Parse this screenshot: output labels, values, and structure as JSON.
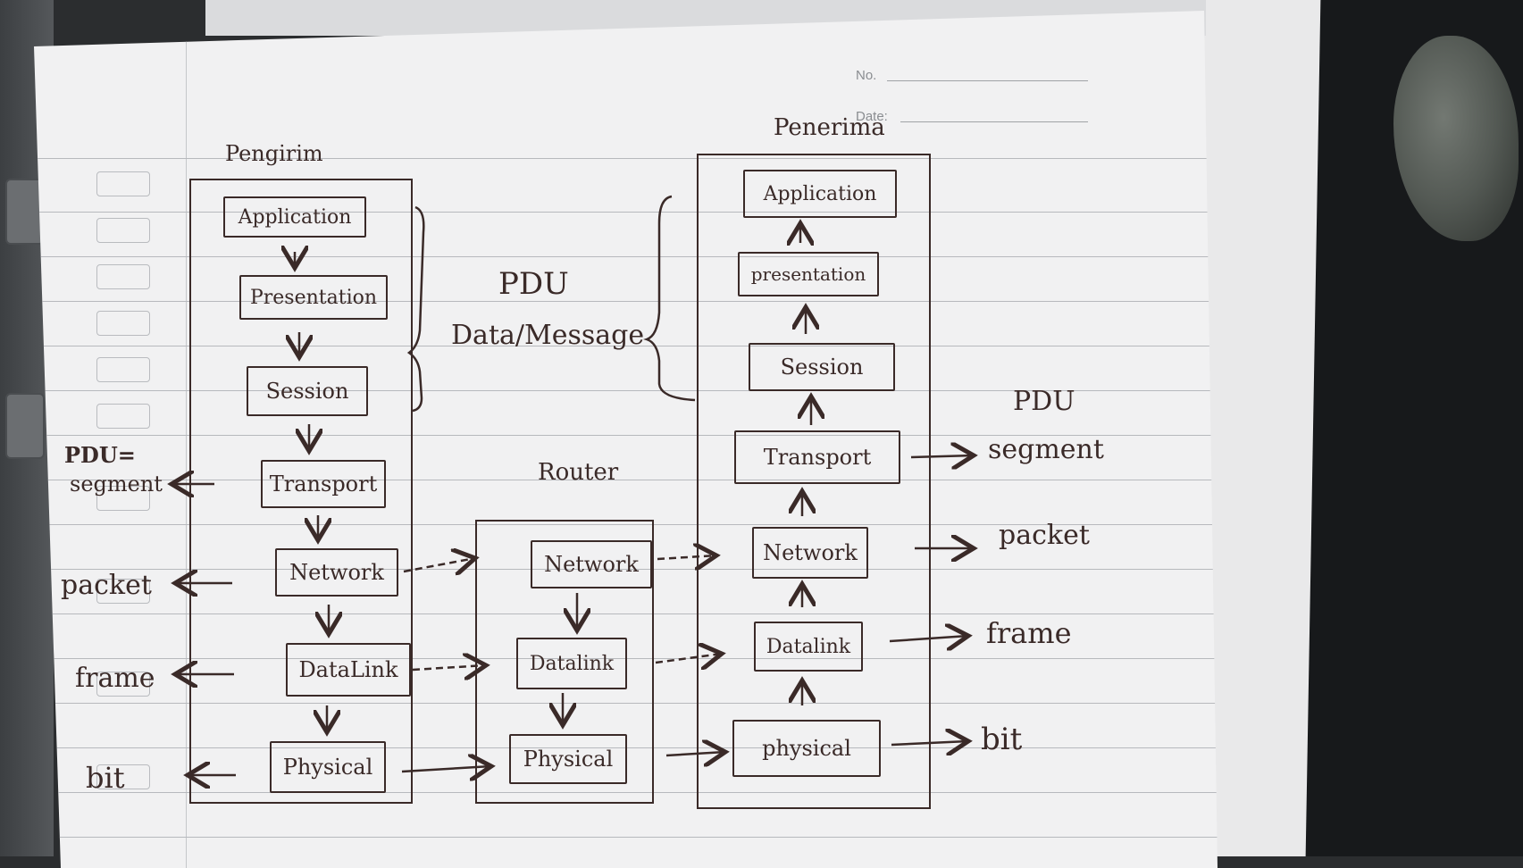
{
  "sheet": {
    "no_label": "No.",
    "date_label": "Date:"
  },
  "sender": {
    "title": "Pengirim",
    "layers": [
      "Application",
      "Presentation",
      "Session",
      "Transport",
      "Network",
      "DataLink",
      "Physical"
    ]
  },
  "pdu_header_left": "PDU",
  "pdu_data_message": "Data/Message",
  "left_pdu_labels": {
    "pdu_prefix": "PDU=",
    "segment": "segment",
    "packet": "packet",
    "frame": "frame",
    "bit": "bit"
  },
  "router": {
    "title": "Router",
    "layers": [
      "Network",
      "Datalink",
      "Physical"
    ]
  },
  "receiver": {
    "title": "Penerima",
    "layers": [
      "Application",
      "presentation",
      "Session",
      "Transport",
      "Network",
      "Datalink",
      "physical"
    ]
  },
  "right_pdu": {
    "title": "PDU",
    "segment": "segment",
    "packet": "packet",
    "frame": "frame",
    "bit": "bit"
  },
  "colors": {
    "ink": "#3a2a28",
    "paper": "#f1f1f2",
    "rule": "#b7b9bd"
  }
}
